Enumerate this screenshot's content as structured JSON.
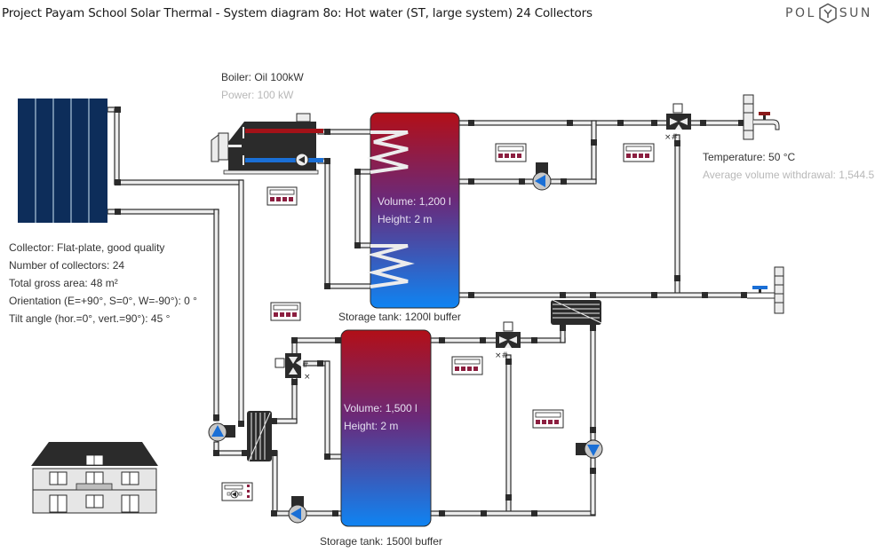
{
  "header": {
    "title": "Project Payam School Solar Thermal - System diagram 8o: Hot water (ST, large system) 24 Collectors",
    "logo_left": "POL",
    "logo_mark": "Y",
    "logo_right": "SUN"
  },
  "collector": {
    "type": "Collector: Flat-plate, good quality",
    "count": "Number of collectors: 24",
    "area": "Total gross area: 48 m²",
    "orientation": "Orientation (E=+90°, S=0°, W=-90°): 0 °",
    "tilt": "Tilt angle (hor.=0°, vert.=90°): 45 °"
  },
  "boiler": {
    "name": "Boiler: Oil 100kW",
    "power": "Power: 100 kW"
  },
  "tank_top": {
    "volume": "Volume: 1,200 l",
    "height": "Height: 2 m",
    "caption": "Storage tank: 1200l buffer"
  },
  "tank_bottom": {
    "volume": "Volume: 1,500 l",
    "height": "Height: 2 m",
    "caption": "Storage tank: 1500l buffer"
  },
  "hot_water": {
    "temperature": "Temperature: 50 °C",
    "withdrawal": "Average volume withdrawal: 1,544.5"
  },
  "colors": {
    "collector_fill": "#0d2d5a",
    "tank_hot": "#b0101a",
    "tank_cold": "#1180ee",
    "pipe_fill": "#ececec",
    "pipe_stroke": "#2b2b2b",
    "connector": "#2b2b2b",
    "pump_arrow": "#1a6fd6",
    "hot_tap": "#8b1a1a",
    "cold_tap": "#1a6fd6",
    "controller_led": "#8b1e3f",
    "boiler_body": "#2b2b2b"
  },
  "icons": {
    "collector": "solar-collector-icon",
    "boiler": "oil-boiler-icon",
    "pump": "circulation-pump-icon",
    "valve": "three-way-valve-icon",
    "heat_exchanger": "heat-exchanger-icon",
    "controller": "controller-icon",
    "pump_controller": "pump-controller-icon",
    "building": "school-building-icon",
    "hot_tap": "hot-water-tap-icon",
    "cold_tap": "cold-water-inlet-icon"
  }
}
